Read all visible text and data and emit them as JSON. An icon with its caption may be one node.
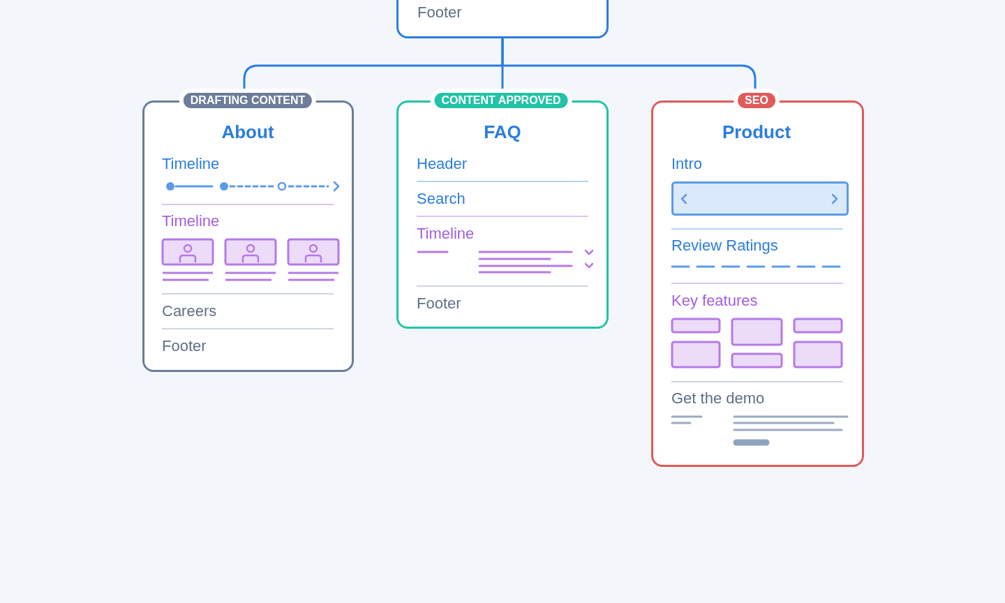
{
  "diagram": {
    "nodes": [
      {
        "text": [
          "Footer"
        ]
      },
      {
        "text": [
          "DRAFTING CONTENT",
          "About",
          "Timeline",
          "Timeline",
          "Careers",
          "Footer"
        ]
      },
      {
        "text": [
          "CONTENT APPROVED",
          "FAQ",
          "Header",
          "Search",
          "Timeline",
          "Footer"
        ]
      },
      {
        "text": [
          "SEO",
          "Product",
          "Intro",
          "Review Ratings",
          "Key features",
          "Get the demo"
        ]
      }
    ],
    "edges": [
      {
        "from": 0,
        "to": 1,
        "arrow": "none"
      },
      {
        "from": 0,
        "to": 2,
        "arrow": "none"
      },
      {
        "from": 0,
        "to": 3,
        "arrow": "none"
      }
    ]
  }
}
